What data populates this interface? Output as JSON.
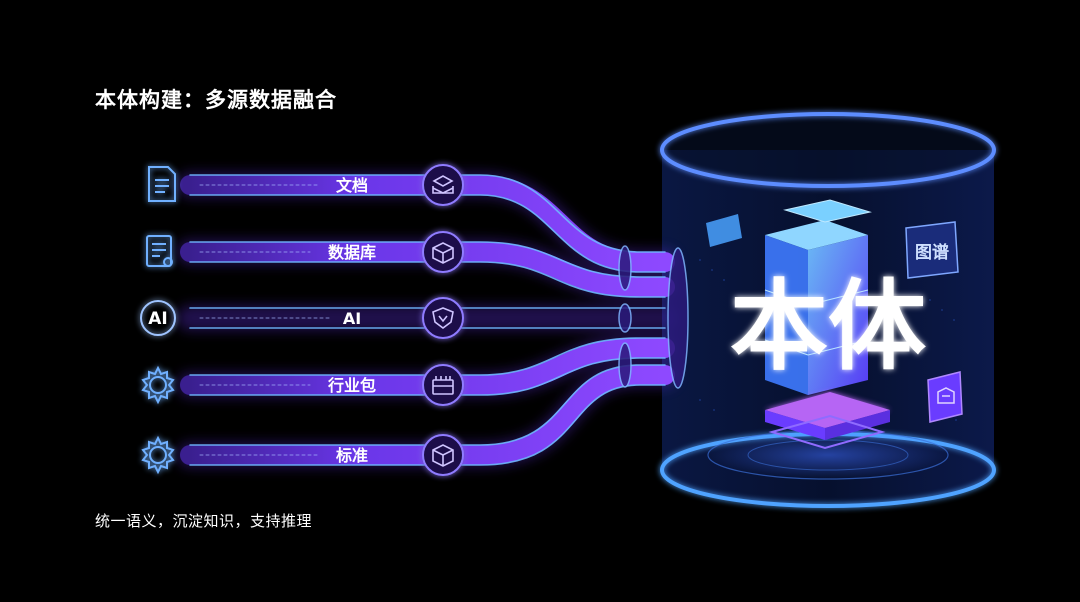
{
  "heading": "本体构建：多源数据融合",
  "sources": [
    {
      "label": "文档",
      "source_icon": "document-icon",
      "node_icon": "inbox-tray-icon"
    },
    {
      "label": "数据库",
      "source_icon": "database-list-icon",
      "node_icon": "box-package-icon"
    },
    {
      "label": "AI",
      "source_icon": "ai-badge-icon",
      "source_icon_text": "AI",
      "node_icon": "shield-heart-icon"
    },
    {
      "label": "行业包",
      "source_icon": "gear-icon",
      "node_icon": "drawer-icon"
    },
    {
      "label": "标准",
      "source_icon": "gear-icon",
      "node_icon": "cube-icon"
    }
  ],
  "core": {
    "label": "本体",
    "tile_label": "图谱"
  },
  "caption": "统一语义，沉淀知识，支持推理",
  "colors": {
    "background": "#000000",
    "neon_blue": "#4fa3ff",
    "neon_purple": "#9a4dff",
    "neon_pink": "#d86bff",
    "text": "#ffffff"
  }
}
